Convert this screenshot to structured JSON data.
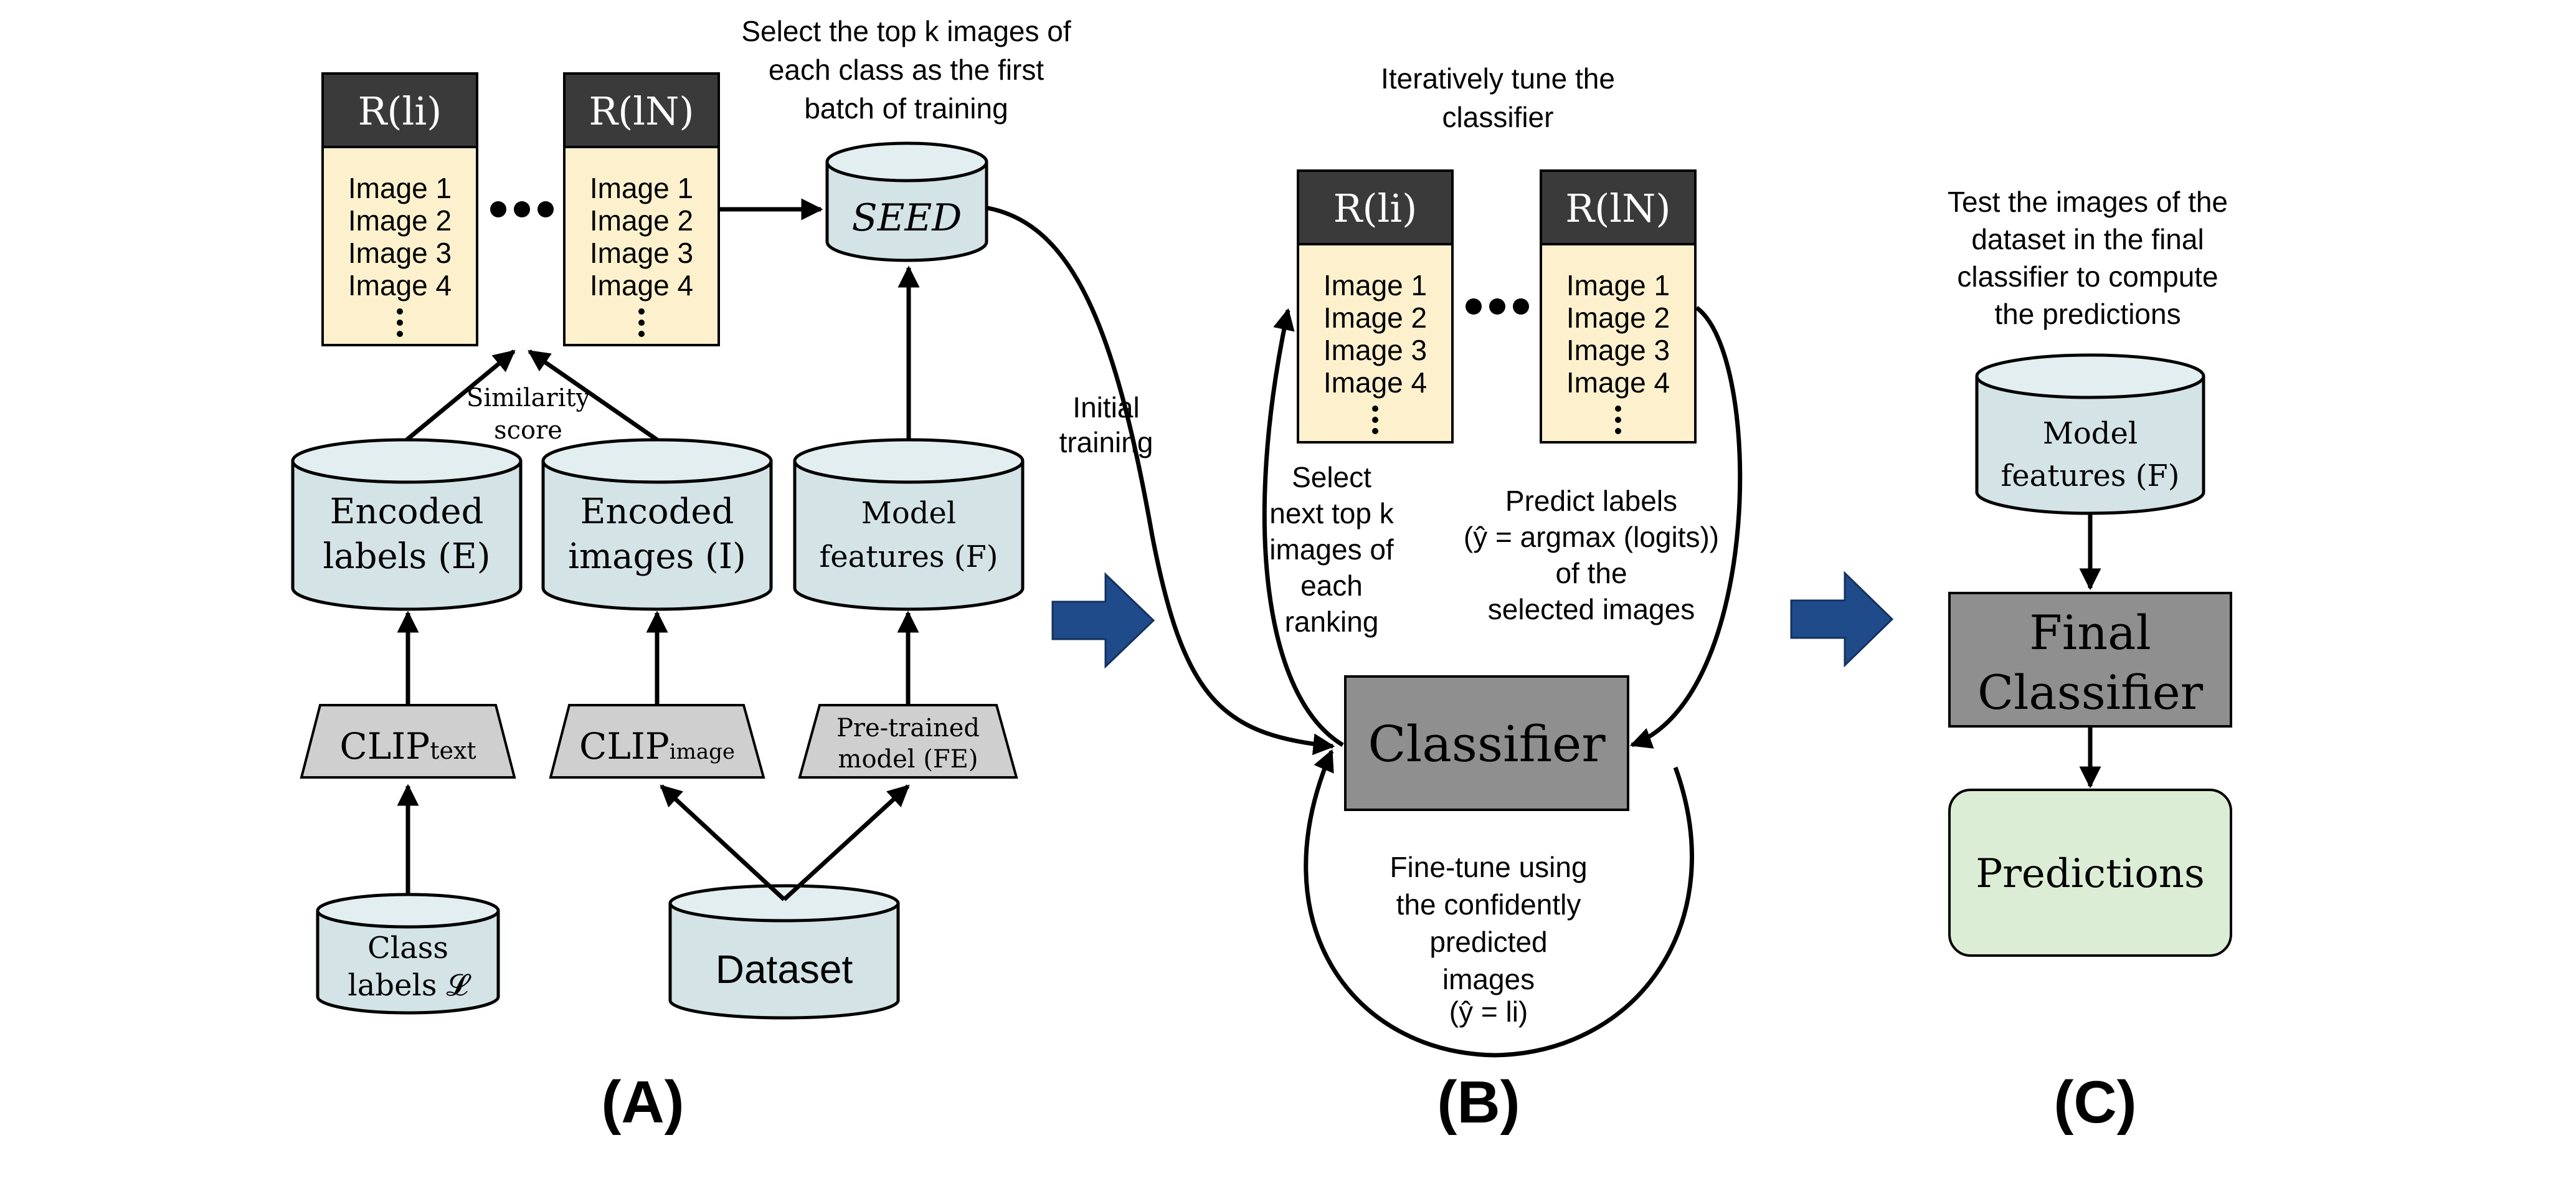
{
  "ranking_boxes": {
    "first_title": "R(li)",
    "last_title": "R(lN)",
    "items": [
      "Image 1",
      "Image 2",
      "Image 3",
      "Image 4"
    ]
  },
  "panel_a": {
    "select_note": [
      "Select the top k images of",
      "each class as the first",
      "batch of training"
    ],
    "seed": "SEED",
    "similarity": [
      "Similarity",
      "score"
    ],
    "encoded_labels": [
      "Encoded",
      "labels (E)"
    ],
    "encoded_images": [
      "Encoded",
      "images (I)"
    ],
    "model_features": [
      "Model",
      "features (F)"
    ],
    "clip_text": "CLIP",
    "clip_text_sub": "text",
    "clip_image": "CLIP",
    "clip_image_sub": "image",
    "pretrained": [
      "Pre-trained",
      "model (FE)"
    ],
    "class_labels": [
      "Class",
      "labels 𝓛"
    ],
    "dataset": "Dataset",
    "initial_training": [
      "Initial",
      "training"
    ],
    "label": "(A)"
  },
  "panel_b": {
    "iterate_note": [
      "Iteratively tune the",
      "classifier"
    ],
    "select_next": [
      "Select",
      "next top k",
      "images of",
      "each",
      "ranking"
    ],
    "predict": [
      "Predict labels",
      "(ŷ = argmax (logits))",
      "of the",
      "selected images"
    ],
    "classifier": "Classifier",
    "finetune": [
      "Fine-tune using",
      "the confidently",
      "predicted",
      "images",
      "(ŷ = li)"
    ],
    "label": "(B)"
  },
  "panel_c": {
    "test_note": [
      "Test the images of the",
      "dataset in the final",
      "classifier to compute",
      "the predictions"
    ],
    "model_features": [
      "Model",
      "features (F)"
    ],
    "final_classifier": [
      "Final",
      "Classifier"
    ],
    "predictions": "Predictions",
    "label": "(C)"
  },
  "colors": {
    "rank_header": "#3a3a3a",
    "rank_body": "#fdf1cd",
    "cylinder": "#d3e3e6",
    "trapezoid": "#cfcfcf",
    "classifier": "#8f8f8f",
    "predictions": "#dcedd5",
    "big_arrow": "#1f4b8a"
  }
}
